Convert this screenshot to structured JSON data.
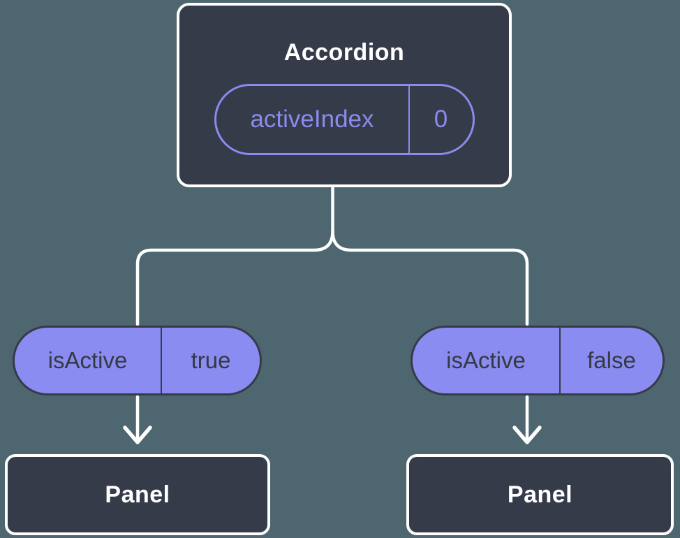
{
  "diagram": {
    "description": "component-tree-diagram",
    "root": {
      "title": "Accordion",
      "state": {
        "name": "activeIndex",
        "value": "0"
      }
    },
    "branches": [
      {
        "prop": {
          "name": "isActive",
          "value": "true"
        },
        "child": {
          "title": "Panel"
        }
      },
      {
        "prop": {
          "name": "isActive",
          "value": "false"
        },
        "child": {
          "title": "Panel"
        }
      }
    ]
  },
  "theme": {
    "bg": "#4D6670",
    "box": "#353B49",
    "accent": "#8A8BEE",
    "pill": "#8B8CF1",
    "pill-text": "#343943",
    "line": "#FFFFFF"
  }
}
